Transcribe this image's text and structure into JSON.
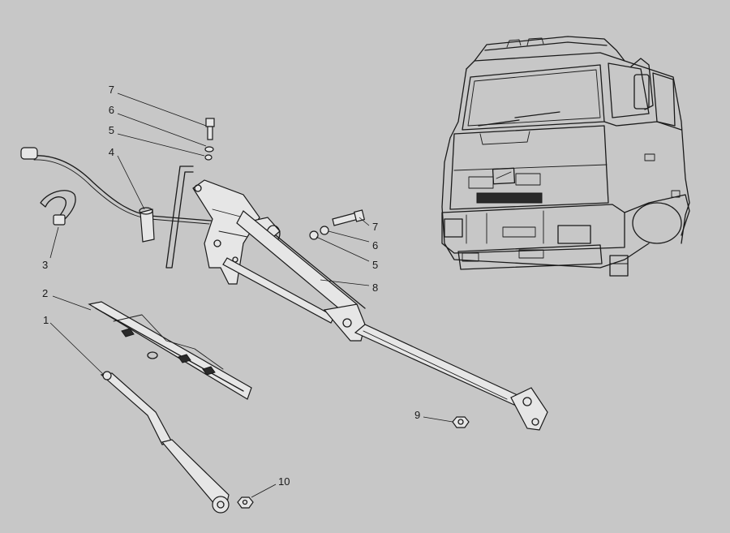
{
  "callouts": {
    "c1": "1",
    "c2": "2",
    "c3": "3",
    "c4": "4",
    "c5a": "5",
    "c6a": "6",
    "c7a": "7",
    "c5b": "5",
    "c6b": "6",
    "c7b": "7",
    "c8": "8",
    "c9": "9",
    "c10": "10"
  },
  "colors": {
    "background": "#c7c7c7",
    "ink": "#1a1a1a"
  }
}
